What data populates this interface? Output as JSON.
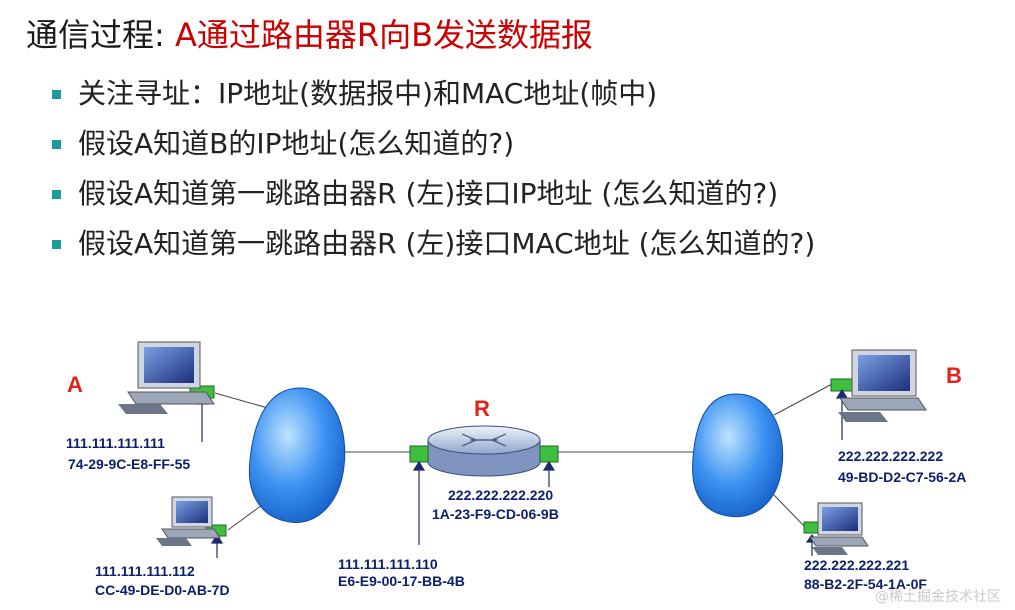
{
  "title": {
    "prefix": "通信过程: ",
    "highlight": "A通过路由器R向B发送数据报"
  },
  "bullets": [
    "关注寻址：IP地址(数据报中)和MAC地址(帧中)",
    "假设A知道B的IP地址(怎么知道的?)",
    "假设A知道第一跳路由器R (左)接口IP地址 (怎么知道的?)",
    "假设A知道第一跳路由器R (左)接口MAC地址 (怎么知道的?)"
  ],
  "nodes": {
    "a_label": "A",
    "b_label": "B",
    "r_label": "R"
  },
  "addresses": {
    "host_a_ip": "111.111.111.111",
    "host_a_mac": "74-29-9C-E8-FF-55",
    "host_c_ip": "111.111.111.112",
    "host_c_mac": "CC-49-DE-D0-AB-7D",
    "router_left_ip": "111.111.111.110",
    "router_left_mac": "E6-E9-00-17-BB-4B",
    "router_right_ip": "222.222.222.220",
    "router_right_mac": "1A-23-F9-CD-06-9B",
    "host_b_ip": "222.222.222.222",
    "host_b_mac": "49-BD-D2-C7-56-2A",
    "host_d_ip": "222.222.222.221",
    "host_d_mac": "88-B2-2F-54-1A-0F"
  },
  "watermark": "@稀土掘金技术社区",
  "colors": {
    "accent": "#cc0000",
    "bullet": "#1a9c9c",
    "address_text": "#0a1f6b",
    "cloud": "#2f86f0",
    "nic": "#3fbf3f"
  }
}
